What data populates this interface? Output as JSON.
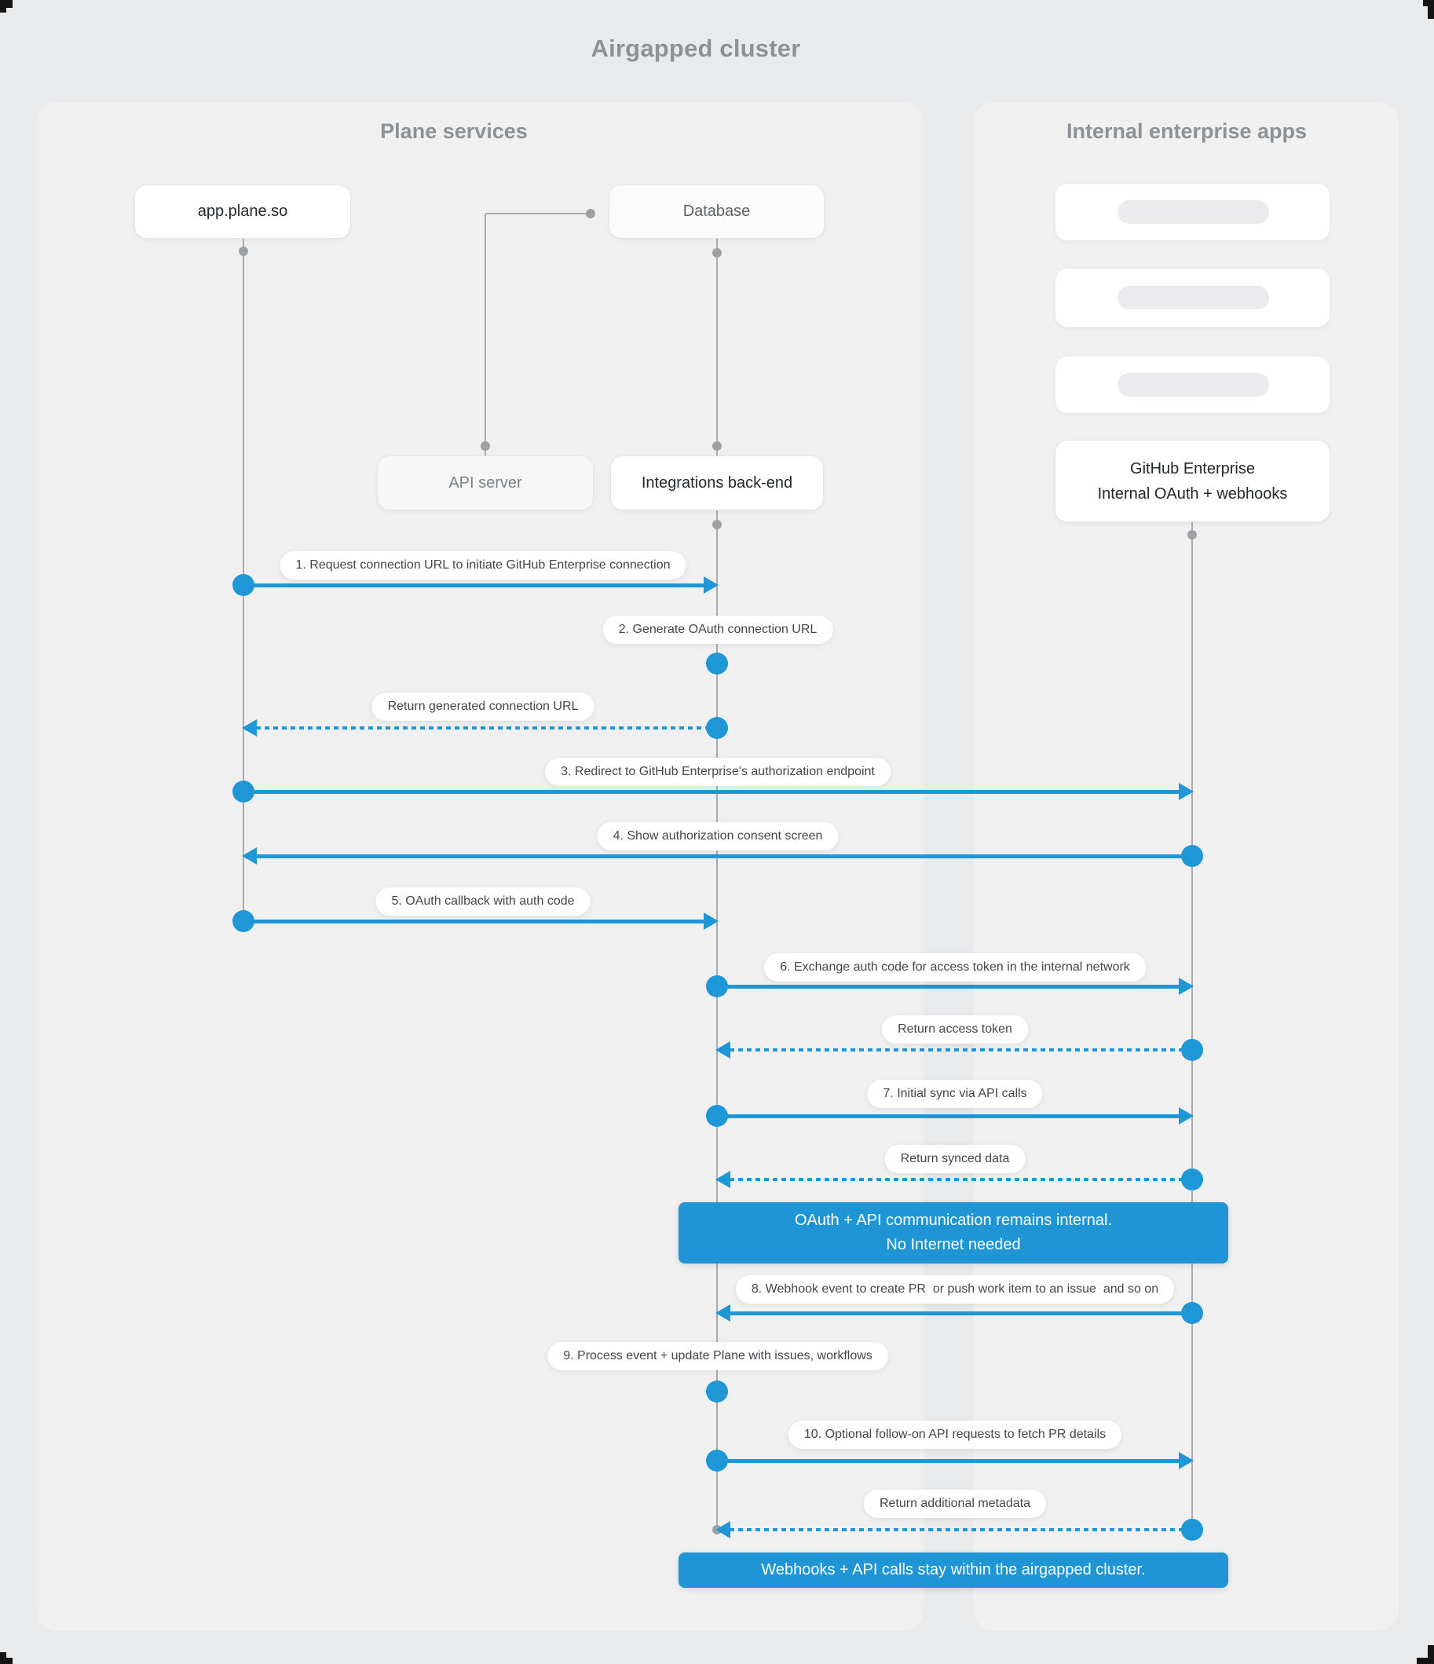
{
  "title": "Airgapped cluster",
  "panels": {
    "plane": {
      "title": "Plane services"
    },
    "internal": {
      "title": "Internal enterprise apps"
    }
  },
  "actors": {
    "app": {
      "label": "app.plane.so"
    },
    "database": {
      "label": "Database"
    },
    "api_server": {
      "label": "API server"
    },
    "integrations": {
      "label": "Integrations back-end"
    },
    "github": {
      "label_line1": "GitHub Enterprise",
      "label_line2": "Internal OAuth + webhooks"
    }
  },
  "messages": [
    {
      "label": "1. Request connection URL to initiate GitHub Enterprise connection"
    },
    {
      "label": "2. Generate OAuth connection URL"
    },
    {
      "label": "Return generated connection URL"
    },
    {
      "label": "3. Redirect to GitHub Enterprise's authorization endpoint"
    },
    {
      "label": "4. Show authorization consent screen"
    },
    {
      "label": "5. OAuth callback with auth code"
    },
    {
      "label": "6. Exchange auth code for access token in the internal network"
    },
    {
      "label": "Return access token"
    },
    {
      "label": "7. Initial sync via API calls"
    },
    {
      "label": "Return synced data"
    },
    {
      "label": "8. Webhook event to create PR  or push work item to an issue  and so on"
    },
    {
      "label": "9. Process event + update Plane with issues, workflows"
    },
    {
      "label": "10. Optional follow-on API requests to fetch PR details"
    },
    {
      "label": "Return additional metadata"
    }
  ],
  "banners": {
    "internal_note_line1": "OAuth + API communication remains internal.",
    "internal_note_line2": "No Internet needed",
    "airgap_note": "Webhooks + API calls stay within the airgapped cluster."
  },
  "colors": {
    "accent": "#1f96d6",
    "banner": "#2095d5",
    "line": "#a8aaac",
    "dot": "#9ea1a3"
  }
}
